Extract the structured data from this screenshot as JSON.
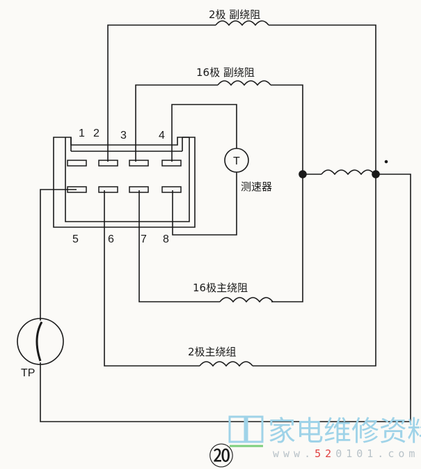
{
  "labels": {
    "aux_2pole": "2极 副绕阻",
    "aux_16pole": "16极 副绕阻",
    "main_16pole": "16极主绕阻",
    "main_2pole": "2极主绕组",
    "tachometer": "测速器",
    "tachometer_symbol": "T",
    "thermal_protector": "TP"
  },
  "pins": [
    "1",
    "2",
    "3",
    "4",
    "5",
    "6",
    "7",
    "8"
  ],
  "figure_number": "⑳",
  "watermark": {
    "text": "家电维修资料网",
    "url_prefix": "www.",
    "url_red": "52",
    "url_rest": "0101.com"
  },
  "colors": {
    "line": "#1a1a1a",
    "watermark_blue": "#9fd3e8",
    "watermark_red": "#e04040"
  }
}
